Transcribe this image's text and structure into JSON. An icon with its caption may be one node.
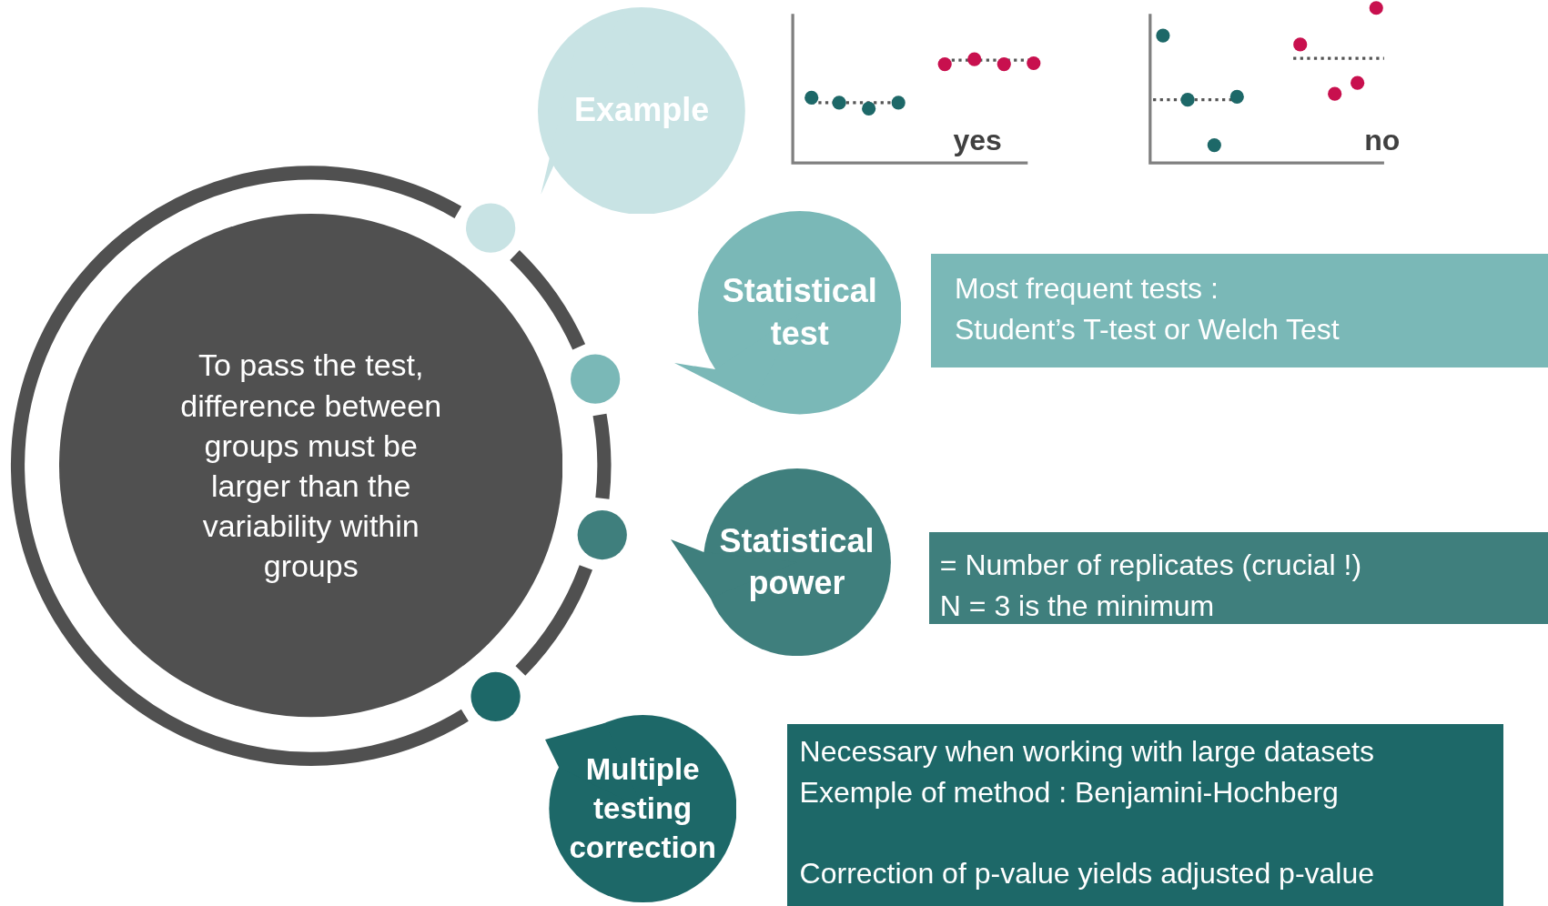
{
  "diagram": {
    "nodes": [
      {
        "text": [
          "To pass the test, difference between groups must be larger than the variability within groups"
        ]
      },
      {
        "text": [
          "Example"
        ]
      },
      {
        "text": [
          "Statistical test"
        ]
      },
      {
        "text": [
          "Most frequent tests :",
          "Student’s T-test  or Welch Test"
        ]
      },
      {
        "text": [
          "Statistical power"
        ]
      },
      {
        "text": [
          "= Number of replicates (crucial !)",
          "N = 3 is the minimum"
        ]
      },
      {
        "text": [
          "Multiple testing correction"
        ]
      },
      {
        "text": [
          "Necessary  when working with large datasets",
          "Exemple of method : Benjamini-Hochberg",
          "Correction of p-value yields adjusted p-value"
        ]
      }
    ],
    "labels": [
      "yes",
      "no"
    ]
  }
}
